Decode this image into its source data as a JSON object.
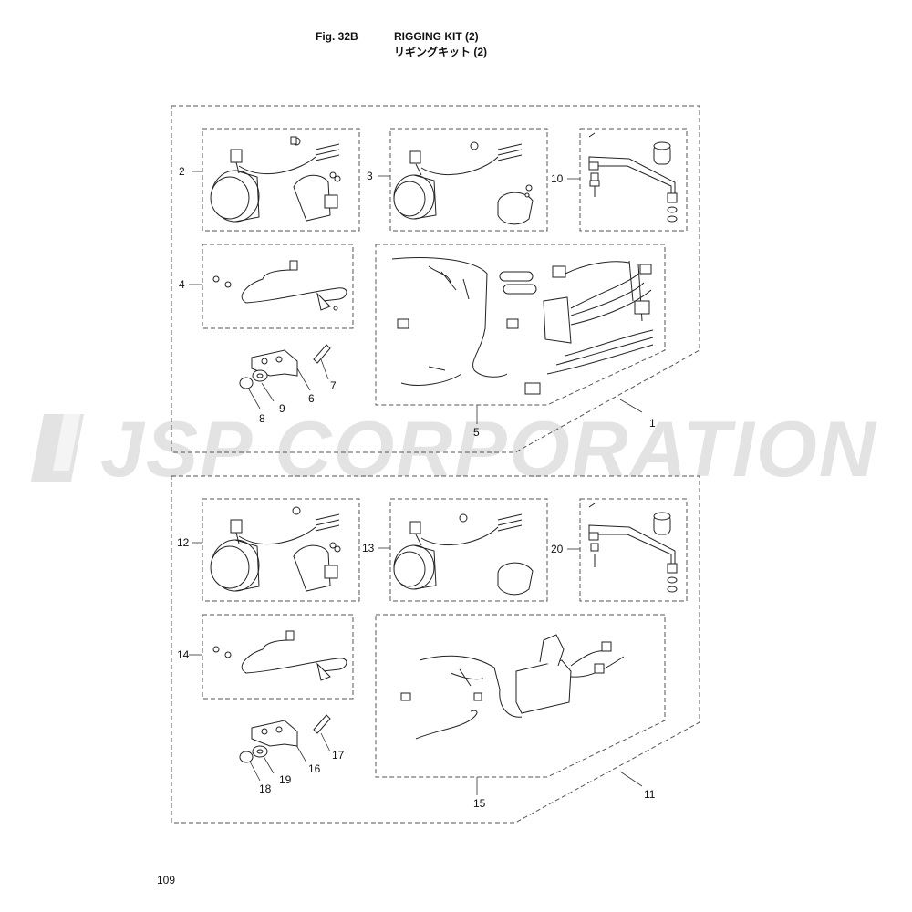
{
  "header": {
    "fig_label": "Fig. 32B",
    "title_en": "RIGGING KIT (2)",
    "title_jp": "リギングキット (2)"
  },
  "watermark": {
    "text": "JSP CORPORATION",
    "color": "#e3e3e3"
  },
  "callouts": {
    "c1": "1",
    "c2": "2",
    "c3": "3",
    "c4": "4",
    "c5": "5",
    "c6": "6",
    "c7": "7",
    "c8": "8",
    "c9": "9",
    "c10": "10",
    "c11": "11",
    "c12": "12",
    "c13": "13",
    "c14": "14",
    "c15": "15",
    "c16": "16",
    "c17": "17",
    "c18": "18",
    "c19": "19",
    "c20": "20"
  },
  "page_number": "109"
}
